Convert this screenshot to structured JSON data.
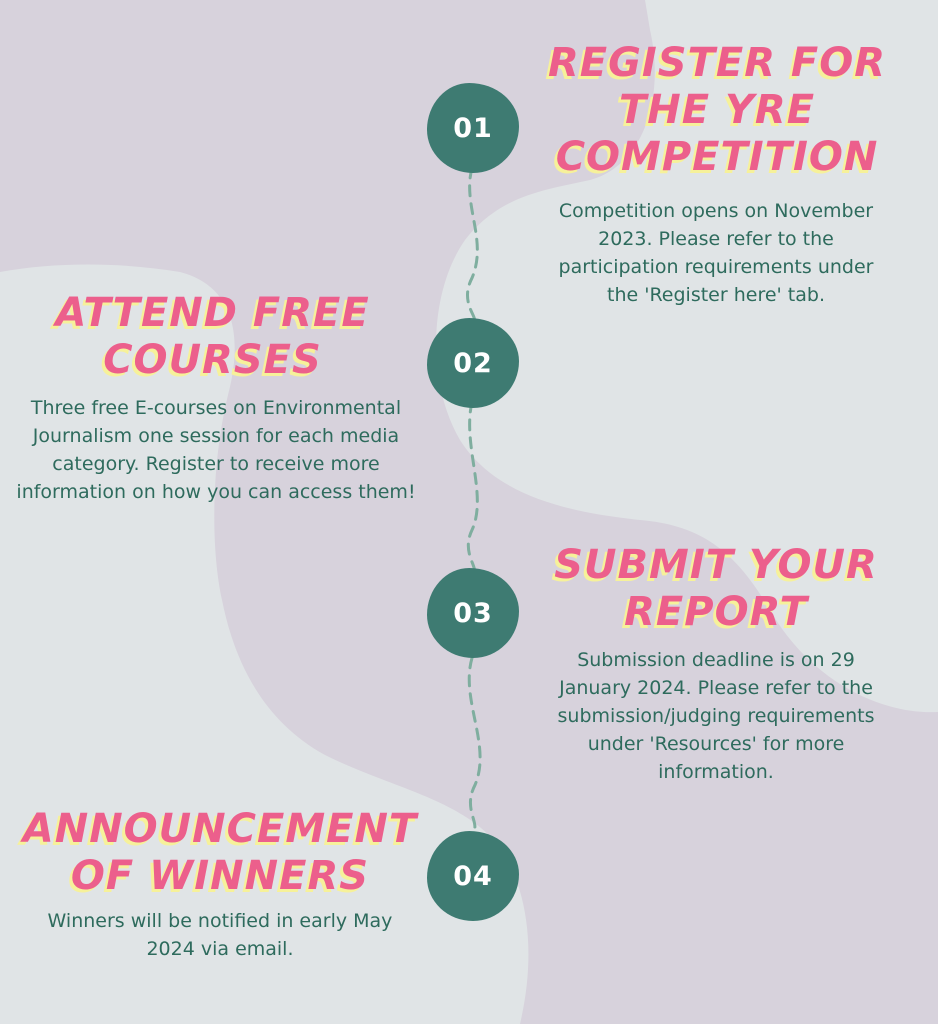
{
  "colors": {
    "background": "#d7d2dc",
    "blob": "#e0e4e6",
    "node": "#3e7b72",
    "node_text": "#ffffff",
    "title_pink": "#ec5f8c",
    "title_shadow": "#f6f19a",
    "body_text": "#2e6b5d",
    "connector": "#7fae9f"
  },
  "steps": [
    {
      "number": "01",
      "title": "REGISTER FOR THE YRE COMPETITION",
      "description": "Competition opens on November 2023. Please refer to the participation requirements under the 'Register here' tab."
    },
    {
      "number": "02",
      "title": "ATTEND FREE COURSES",
      "description": "Three free E-courses on Environmental Journalism one session for each media category. Register to receive more information on how you can access them!"
    },
    {
      "number": "03",
      "title": "SUBMIT YOUR REPORT",
      "description": "Submission deadline is on 29 January 2024. Please refer to the submission/judging requirements under 'Resources' for more information."
    },
    {
      "number": "04",
      "title": "ANNOUNCEMENT OF WINNERS",
      "description": "Winners will be notified in early May 2024 via email."
    }
  ]
}
